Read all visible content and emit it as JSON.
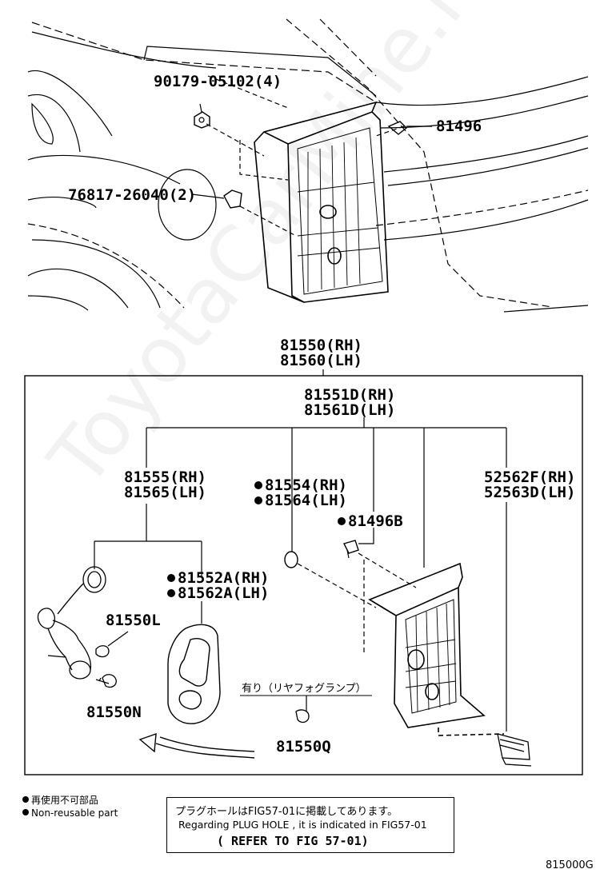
{
  "labels": {
    "bolt_top": "90179-05102(4)",
    "clip_top": "81496",
    "grommet": "76817-26040(2)",
    "assy_rh": "81550(RH)",
    "assy_lh": "81560(LH)",
    "lens_rh": "81551D(RH)",
    "lens_lh": "81561D(LH)",
    "socket_rh": "81555(RH)",
    "socket_lh": "81565(LH)",
    "gasket_rh": "81554(RH)",
    "gasket_lh": "81564(LH)",
    "clip_b": "81496B",
    "reflector_rh": "52562F(RH)",
    "reflector_lh": "52563D(LH)",
    "packing_rh": "81552A(RH)",
    "packing_lh": "81562A(LH)",
    "bulb_l": "81550L",
    "bulb_n": "81550N",
    "bulb_q": "81550Q",
    "fog_note": "有り（リヤフォグランプ）"
  },
  "legend": {
    "jp": "再使用不可部品",
    "en": "Non-reusable part"
  },
  "note": {
    "line1": "プラグホールはFIG57-01に掲載してあります。",
    "line2": "Regarding PLUG HOLE , it is indicated in FIG57-01",
    "line3": "( REFER TO FIG 57-01)"
  },
  "figure_id": "815000G",
  "watermark": "ToyotaCarMine.ru"
}
